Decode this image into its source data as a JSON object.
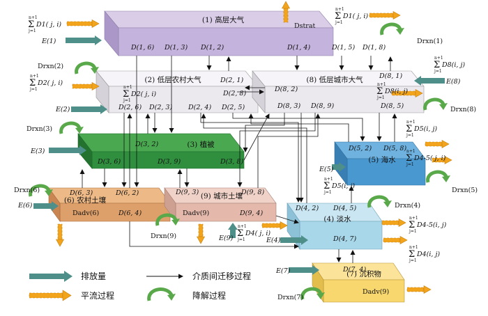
{
  "boxes": {
    "b1": {
      "title": "(1) 高层大气",
      "color_top": "#d9cde8",
      "color_front": "#c4b3dc",
      "color_side": "#ab98c9"
    },
    "b2": {
      "title": "(2) 低层农村大气",
      "color_top": "#f6f4f8",
      "color_front": "#ebe8ee",
      "color_side": "#d6d2da"
    },
    "b8": {
      "title": "(8) 低层城市大气",
      "color_top": "#f6f4f8",
      "color_front": "#ebe8ee",
      "color_side": "#d6d2da"
    },
    "b3": {
      "title": "(3) 植被",
      "color_top": "#4aa850",
      "color_front": "#2f8f3e",
      "color_side": "#237230"
    },
    "b5": {
      "title": "(5) 海水",
      "color_top": "#6fb2e0",
      "color_front": "#4a98d0",
      "color_side": "#3a7fb3"
    },
    "b6": {
      "title": "(6) 农村土壤",
      "color_top": "#edb987",
      "color_front": "#dea06a",
      "color_side": "#c98652"
    },
    "b9": {
      "title": "(9) 城市土壤",
      "color_top": "#f0d2c8",
      "color_front": "#e4b9ab",
      "color_side": "#cea091"
    },
    "b4": {
      "title": "(4) 淡水",
      "color_top": "#c9e6f2",
      "color_front": "#a8d7ea",
      "color_side": "#8cc1d8"
    },
    "b7": {
      "title": "(7) 沉积物",
      "color_top": "#fbe49a",
      "color_front": "#f7d76e",
      "color_side": "#e3be4c"
    }
  },
  "labels": {
    "dstrat": "Dstrat",
    "d16": "D(1, 6)",
    "d13": "D(1, 3)",
    "d12": "D(1, 2)",
    "d14": "D(1, 4)",
    "d15": "D(1, 5)",
    "d18": "D(1, 8)",
    "d21": "D(2, 1)",
    "d28": "D(2, 8)",
    "d26": "D(2, 6)",
    "d23": "D(2, 3)",
    "d24": "D(2, 4)",
    "d25": "D(2, 5)",
    "d81": "D(8, 1)",
    "d82": "D(8, 2)",
    "d83": "D(8, 3)",
    "d89": "D(8, 9)",
    "d85": "D(8, 5)",
    "d32": "D(3, 2)",
    "d36": "D(3, 6)",
    "d39": "D(3, 9)",
    "d38": "D(3, 8)",
    "d52": "D(5, 2)",
    "d58": "D(5, 8)",
    "d63": "D(6, 3)",
    "d62": "D(6, 2)",
    "dadv6": "Dadv(6)",
    "d64": "D(6, 4)",
    "d93": "D(9, 3)",
    "d98": "D(9, 8)",
    "dadv9a": "Dadv(9)",
    "d94": "D(9, 4)",
    "d42": "D(4, 2)",
    "d45": "D(4, 5)",
    "d47": "D(4, 7)",
    "d74": "D(7, 4)",
    "dadv9b": "Dadv(9)"
  },
  "emissions": {
    "e1": "E(1)",
    "e2": "E(2)",
    "e3": "E(3)",
    "e6": "E(6)",
    "e9": "E(9)",
    "e4": "E(4)",
    "e5": "E(5)",
    "e7": "E(7)",
    "e8": "E(8)"
  },
  "reactions": {
    "r1": "Drxn(1)",
    "r2": "Drxn(2)",
    "r3": "Drxn(3)",
    "r6": "Drxn(6)",
    "r9": "Drxn(9)",
    "r4": "Drxn(4)",
    "r5": "Drxn(5)",
    "r7": "Drxn(7)",
    "r8": "Drxn(8)"
  },
  "sums": {
    "top": "n+1",
    "bottom": "j=1",
    "s1_left": "D1( j, i)",
    "s1_right": "D1( j, i)",
    "s2": "D2( j, i)",
    "s2_inner": "D2( j, i)",
    "s8": "D8(i, j)",
    "s8_inner": "D8(i, j)",
    "s5": "D5(i, j)",
    "s5_inner": "D5(i, j)",
    "s45": "D4-5( j, i)",
    "s45b": "D4-5(i, j)",
    "s4b": "D4(i, j)",
    "s4_inner": "D4( j, i)"
  },
  "legend": {
    "emission": "排放量",
    "transfer": "介质间迁移过程",
    "advection": "平流过程",
    "degradation": "降解过程"
  },
  "colors": {
    "emission_arrow": "#4e8f8a",
    "advection_arrow": "#f2a51c",
    "degradation_arrow": "#59a84a"
  }
}
